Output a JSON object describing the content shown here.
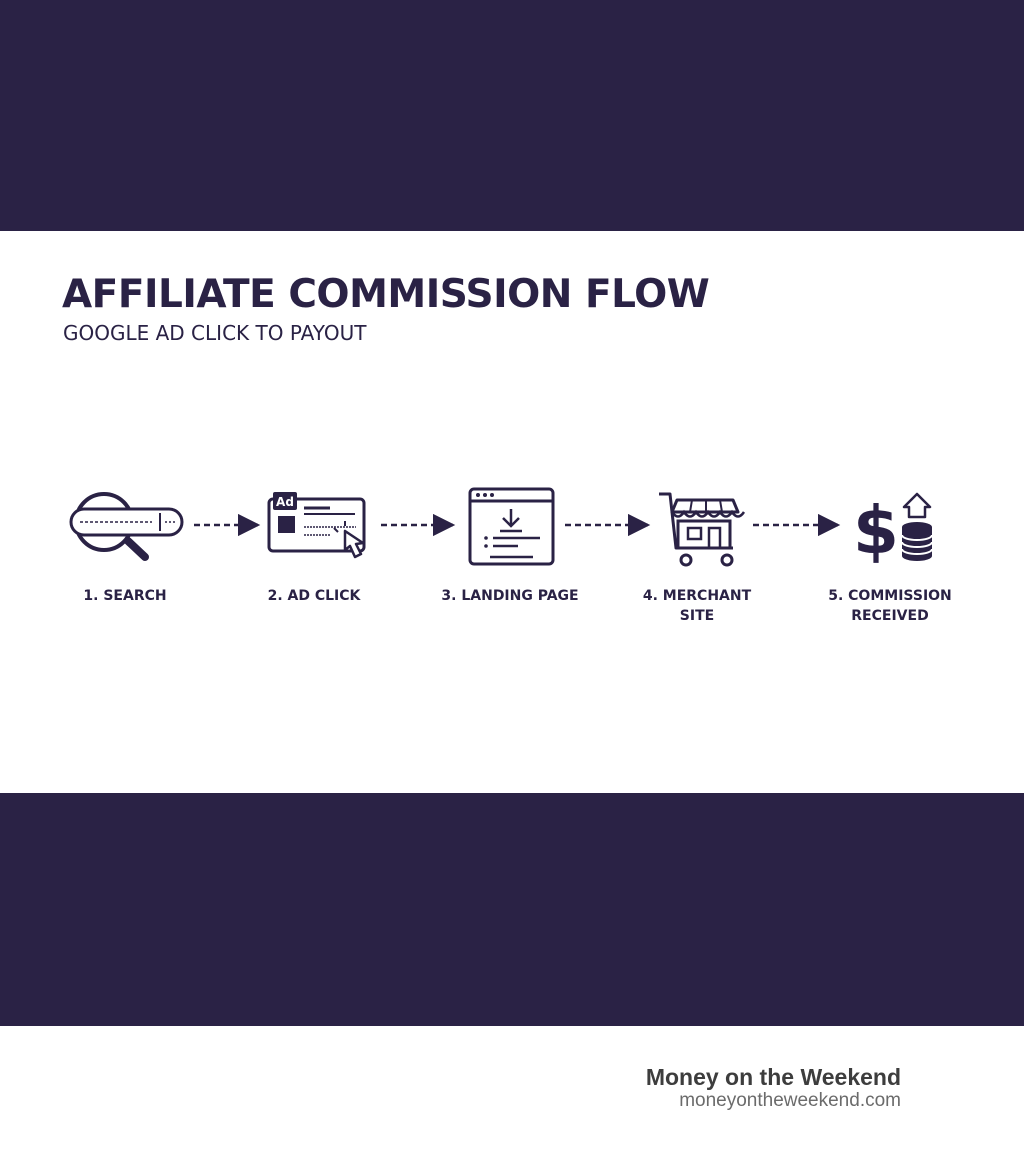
{
  "colors": {
    "band": "#2a2245",
    "ink": "#2a2245",
    "panel": "#ffffff"
  },
  "diagram": {
    "title": "AFFILIATE COMMISSION FLOW",
    "subtitle": "GOOGLE AD CLICK TO PAYOUT",
    "steps": [
      {
        "label": "1. SEARCH",
        "icon": "magnifier-search-bar-icon"
      },
      {
        "label": "2. AD CLICK",
        "icon": "ad-click-hand-icon",
        "badge": "Ad"
      },
      {
        "label": "3. LANDING PAGE",
        "icon": "browser-download-icon"
      },
      {
        "label": "4. MERCHANT\nSITE",
        "icon": "shopping-cart-store-icon"
      },
      {
        "label": "5. COMMISSION\nRECEIVED",
        "icon": "dollar-coins-arrow-icon",
        "symbol": "$"
      }
    ]
  },
  "footer": {
    "brand": "Money on the Weekend",
    "url": "moneyontheweekend.com"
  }
}
